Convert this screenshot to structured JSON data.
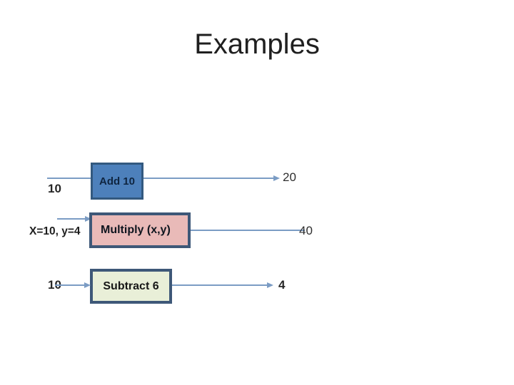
{
  "slide": {
    "title": "Examples",
    "background": "#ffffff"
  },
  "flow": {
    "arrow_color": "#7b9cc4",
    "rows": [
      {
        "input_label": "10",
        "box_label": "Add 10",
        "output_label": "20",
        "box_fill": "#4d80bb",
        "box_border": "#33597f",
        "box_text_color": "#0f2540"
      },
      {
        "input_label": "X=10, y=4",
        "box_label": "Multiply (x,y)",
        "output_label": "40",
        "box_fill": "#e9bab8",
        "box_border": "#3e5878",
        "box_text_color": "#10161f"
      },
      {
        "input_label": "10",
        "box_label": "Subtract 6",
        "output_label": "4",
        "box_fill": "#e9efd8",
        "box_border": "#3e5878",
        "box_text_color": "#171717"
      }
    ]
  }
}
